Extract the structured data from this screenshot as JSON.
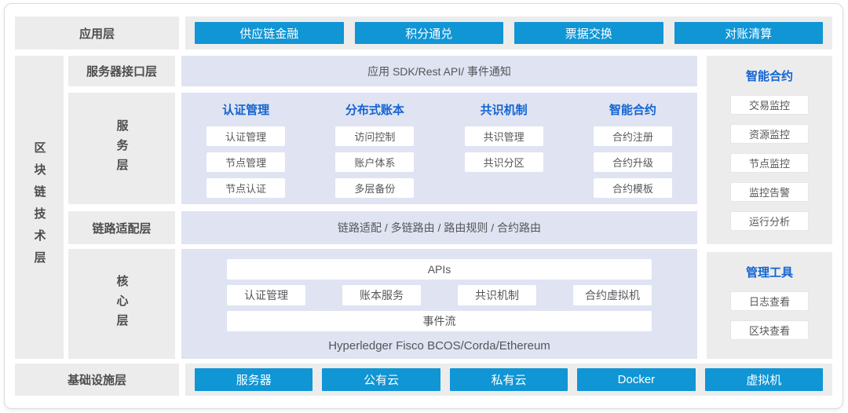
{
  "app_layer": {
    "label": "应用层",
    "buttons": [
      "供应链金融",
      "积分通兑",
      "票据交换",
      "对账清算"
    ]
  },
  "tech_layer": {
    "label": "区块链技术层",
    "interface": {
      "label": "服务器接口层",
      "content": "应用 SDK/Rest API/ 事件通知"
    },
    "service": {
      "label": "服务层",
      "columns": [
        {
          "header": "认证管理",
          "items": [
            "认证管理",
            "节点管理",
            "节点认证"
          ]
        },
        {
          "header": "分布式账本",
          "items": [
            "访问控制",
            "账户体系",
            "多层备份"
          ]
        },
        {
          "header": "共识机制",
          "items": [
            "共识管理",
            "共识分区"
          ]
        },
        {
          "header": "智能合约",
          "items": [
            "合约注册",
            "合约升级",
            "合约模板"
          ]
        }
      ]
    },
    "link": {
      "label": "链路适配层",
      "content": "链路适配 / 多链路由 / 路由规则 / 合约路由"
    },
    "core": {
      "label": "核心层",
      "apis": "APIs",
      "modules": [
        "认证管理",
        "账本服务",
        "共识机制",
        "合约虚拟机"
      ],
      "event_stream": "事件流",
      "platforms": "Hyperledger Fisco BCOS/Corda/Ethereum"
    }
  },
  "side_panels": [
    {
      "header": "智能合约",
      "items": [
        "交易监控",
        "资源监控",
        "节点监控",
        "监控告警",
        "运行分析"
      ]
    },
    {
      "header": "管理工具",
      "items": [
        "日志查看",
        "区块查看"
      ]
    }
  ],
  "infra_layer": {
    "label": "基础设施层",
    "buttons": [
      "服务器",
      "公有云",
      "私有云",
      "Docker",
      "虚拟机"
    ]
  },
  "colors": {
    "accent_blue": "#1095d5",
    "header_blue": "#1464d2",
    "lavender_panel": "#dfe3f2",
    "gray_panel": "#ececec"
  }
}
